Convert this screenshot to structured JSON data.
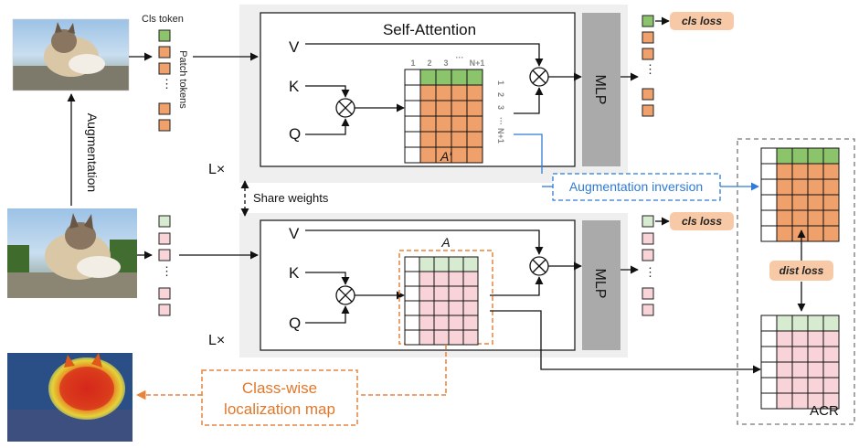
{
  "labels": {
    "cls_token": "Cls token",
    "patch_tokens": "Patch tokens",
    "augmentation": "Augmentation",
    "self_attention": "Self-Attention",
    "v": "V",
    "k": "K",
    "q": "Q",
    "mlp": "MLP",
    "a_prime": "A′",
    "a": "A",
    "l_times": "L×",
    "share_weights": "Share weights",
    "cls_loss": "cls loss",
    "augmentation_inversion": "Augmentation inversion",
    "dist_loss": "dist loss",
    "acr": "ACR",
    "class_wise": "Class-wise",
    "localization_map": "localization map",
    "col_1": "1",
    "col_2": "2",
    "col_3": "3",
    "col_dots": "···",
    "col_n1": "N+1",
    "dots": "⋮"
  },
  "colors": {
    "green": "#8cc46c",
    "orange": "#f0a06a",
    "light_green": "#d6ebcf",
    "pink": "#f8d3d8",
    "loss_fill": "#f8c9a6",
    "mlp_gray": "#aaaaaa",
    "panel_gray": "#efefef",
    "blue": "#2f7bd6",
    "dash_orange": "#e8843a"
  }
}
